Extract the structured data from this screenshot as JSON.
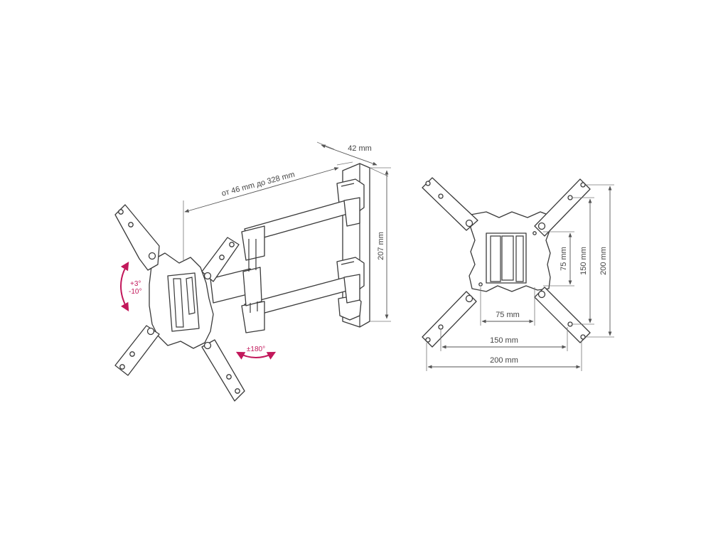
{
  "colors": {
    "line": "#3a3a3a",
    "accent": "#c2185b",
    "background": "#ffffff"
  },
  "mount_view": {
    "extension_label": "от 46 mm до 328 mm",
    "depth_label": "42 mm",
    "height_label": "207 mm",
    "tilt_up_label": "+3°",
    "tilt_down_label": "-10°",
    "swivel_label": "±180°"
  },
  "vesa_view": {
    "h_75_label": "75 mm",
    "h_150_label": "150 mm",
    "h_200_label": "200 mm",
    "v_75_label": "75 mm",
    "v_150_label": "150 mm",
    "v_200_label": "200 mm"
  }
}
